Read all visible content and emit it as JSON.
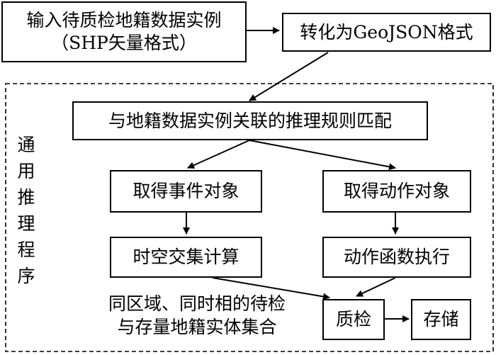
{
  "nodes": {
    "input": {
      "line1": "输入待质检地籍数据实例",
      "line2": "（SHP矢量格式）"
    },
    "convert": "转化为GeoJSON格式",
    "match": "与地籍数据实例关联的推理规则匹配",
    "get_event": "取得事件对象",
    "get_action": "取得动作对象",
    "compute": "时空交集计算",
    "action_exec": "动作函数执行",
    "qc": "质检",
    "store": "存储"
  },
  "frame_label": [
    "通",
    "用",
    "推",
    "理",
    "程",
    "序"
  ],
  "annotation": {
    "line1": "同区域、同时相的待检",
    "line2": "与存量地籍实体集合"
  },
  "colors": {
    "line": "#000000",
    "background": "#ffffff"
  }
}
